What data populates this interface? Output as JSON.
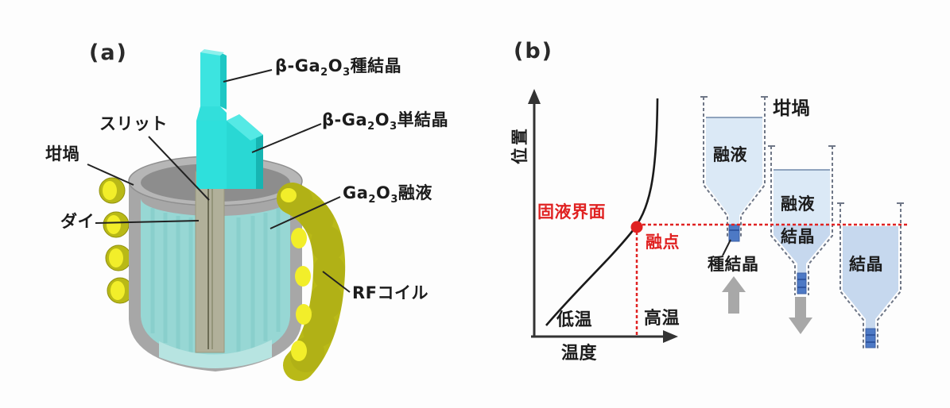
{
  "panel_a": {
    "tag": "(a)",
    "labels": {
      "seed_crystal": {
        "p0": "β-Ga",
        "s0": "2",
        "p1": "O",
        "s1": "3",
        "p2": "種結晶"
      },
      "single_crystal": {
        "p0": "β-Ga",
        "s0": "2",
        "p1": "O",
        "s1": "3",
        "p2": "単結晶"
      },
      "melt": {
        "p0": "Ga",
        "s0": "2",
        "p1": "O",
        "s1": "3",
        "p2": "融液"
      },
      "slit": "スリット",
      "crucible": "坩堝",
      "die": "ダイ",
      "rf_coil": "RFコイル"
    },
    "colors": {
      "crystal_cyan": "#35E2DE",
      "melt_teal": "#97D7D4",
      "crucible_gray": "#A9A9A9",
      "die_tan": "#B2B19B",
      "coil_yellow": "#C2C21E"
    }
  },
  "panel_b": {
    "tag": "(b)",
    "graph": {
      "y_axis_label": "位置",
      "x_axis_label": "温度",
      "interface_label": "固液界面",
      "melting_point_label": "融点",
      "low_temp_label": "低温",
      "high_temp_label": "高温"
    },
    "crucibles": {
      "crucible_label": "坩堝",
      "melt1_label": "融液",
      "melt2_label": "融液",
      "crystal2_label": "結晶",
      "crystal3_label": "結晶",
      "seed_label": "種結晶"
    },
    "colors": {
      "accent_red": "#E02222",
      "melt_fill": "#DBE9F6",
      "crystal_fill": "#C6D8EE",
      "seed_blue": "#4D79C5",
      "arrow_gray": "#A8A8A8"
    }
  }
}
